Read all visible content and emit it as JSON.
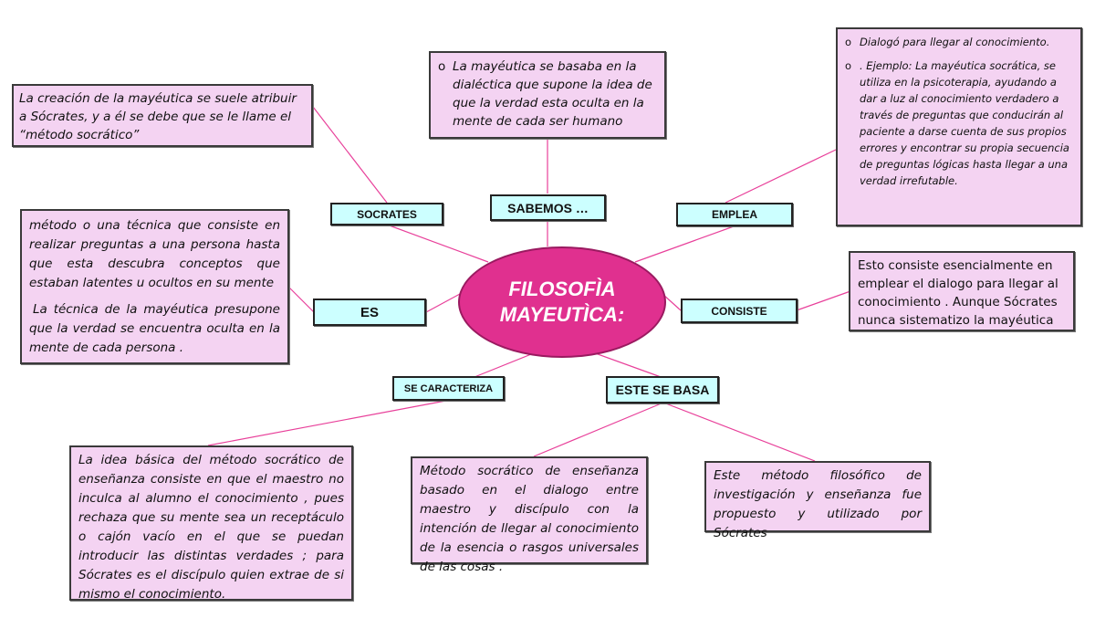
{
  "diagram": {
    "center": {
      "line1": "FILOSOFÌA",
      "line2": "MAYEUTÌCA:"
    },
    "labels": {
      "socrates": "SOCRATES",
      "sabemos": "SABEMOS …",
      "emplea": "EMPLEA",
      "es": "ES",
      "consiste": "CONSISTE",
      "se_caracteriza": "SE CARACTERIZA",
      "este_se_basa": "ESTE SE BASA"
    },
    "boxes": {
      "socrates_text": "La creación de la mayéutica se suele atribuir a Sócrates, y a él se debe que se le llame el “método socrático”",
      "sabemos_bullet": "o",
      "sabemos_text": "La mayéutica se basaba  en la dialéctica que supone   la idea de que la verdad esta oculta en la mente de cada ser humano",
      "emplea_bullet": "o",
      "emplea_item1": "Dialogó para llegar al conocimiento.",
      "emplea_item2": ". Ejemplo: La mayéutica socrática, se utiliza en la  psicoterapia, ayudando a dar a luz al conocimiento verdadero a través de preguntas que conducirán al paciente a darse cuenta de sus propios errores y encontrar su propia secuencia de preguntas lógicas hasta llegar a una verdad irrefutable.",
      "es_para1": "método o una técnica que consiste en realizar preguntas a una persona hasta que esta descubra conceptos que estaban latentes u ocultos en su mente",
      "es_para2": "La técnica de la mayéutica presupone que la verdad  se encuentra oculta en la mente de cada persona .",
      "consiste_text": "Esto consiste esencialmente en emplear el dialogo para llegar al conocimiento . Aunque Sócrates nunca sistematizo la mayéutica",
      "caracteriza_text": "La idea básica del método socrático de enseñanza consiste en que el maestro no inculca al alumno el conocimiento , pues rechaza  que su mente sea un receptáculo o cajón vacío en el que se puedan introducir las distintas verdades ; para Sócrates es el discípulo quien extrae de si mismo el conocimiento.",
      "basa_text1": "Método socrático de enseñanza basado en el dialogo entre maestro y discípulo  con la intención de llegar al conocimiento de la esencia o rasgos universales de las cosas .",
      "basa_text2": "Este método filosófico de investigación y enseñanza fue propuesto y utilizado por Sócrates"
    },
    "colors": {
      "center_fill": "#e0308f",
      "label_fill": "#ccffff",
      "box_fill": "#f4d3f2",
      "connector": "#e8409a"
    }
  }
}
